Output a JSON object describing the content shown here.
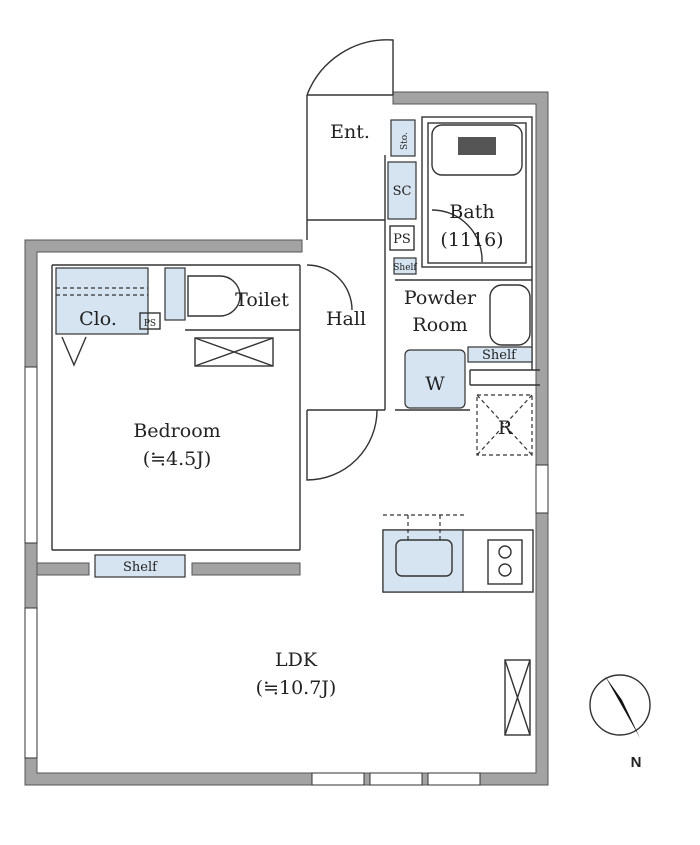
{
  "rooms": {
    "entrance": "Ent.",
    "storage": "Sto.",
    "shoe_closet": "SC",
    "bath": "Bath",
    "bath_size": "(1116)",
    "ps_upper": "PS",
    "shelf_small": "Shelf",
    "toilet": "Toilet",
    "hall": "Hall",
    "powder_1": "Powder",
    "powder_2": "Room",
    "powder_shelf": "Shelf",
    "washer": "W",
    "fridge": "R",
    "closet": "Clo.",
    "ps_lower": "PS",
    "bedroom": "Bedroom",
    "bedroom_size": "(≒4.5J)",
    "bedroom_shelf": "Shelf",
    "ldk": "LDK",
    "ldk_size": "(≒10.7J)"
  },
  "compass": {
    "north_label": "N"
  },
  "colors": {
    "wall": "#a3a3a3",
    "fixture": "#d6e4f2"
  }
}
